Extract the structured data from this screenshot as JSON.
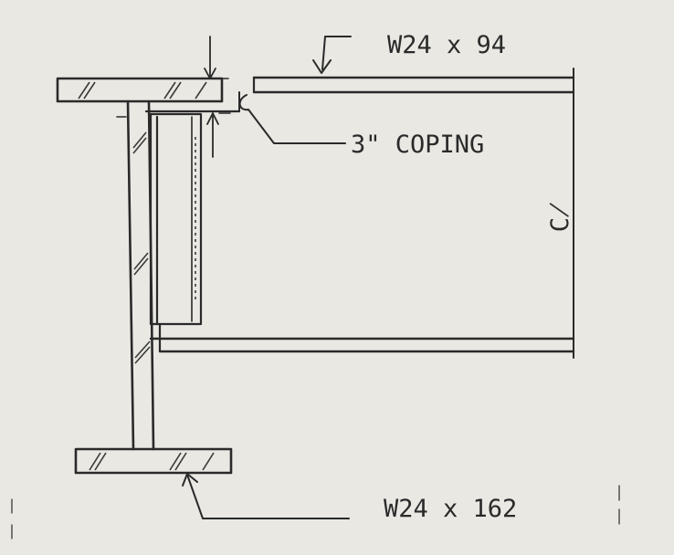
{
  "labels": {
    "beam_top": "W24 x 94",
    "coping": "3\" COPING",
    "girder": "W24 x 162",
    "centerline": "C̸"
  }
}
